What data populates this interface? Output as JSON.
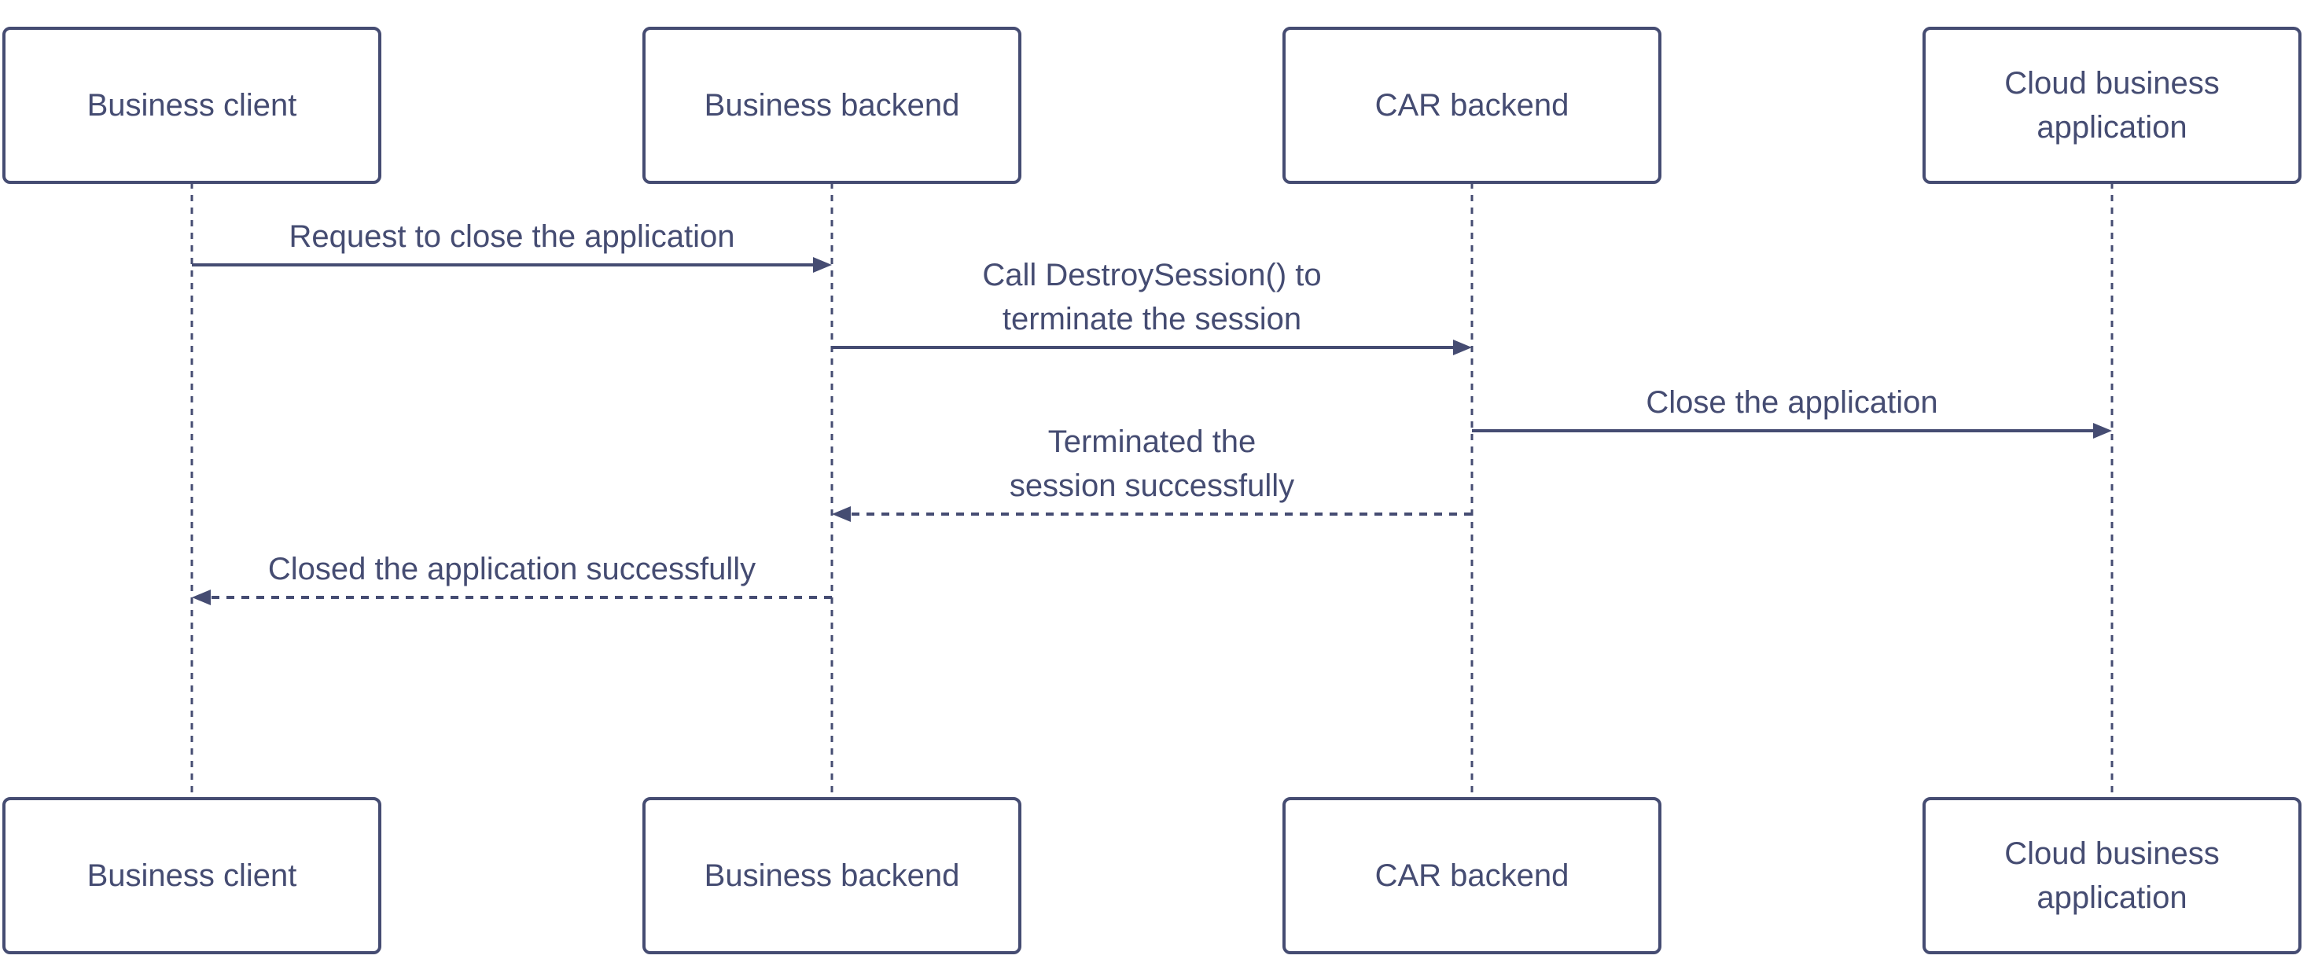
{
  "diagram": {
    "type": "sequence",
    "colors": {
      "ink": "#454c72",
      "background": "#ffffff"
    },
    "participants": [
      {
        "id": "client",
        "label_lines": [
          "Business client"
        ]
      },
      {
        "id": "backend",
        "label_lines": [
          "Business backend"
        ]
      },
      {
        "id": "car",
        "label_lines": [
          "CAR backend"
        ]
      },
      {
        "id": "cloud",
        "label_lines": [
          "Cloud business",
          "application"
        ]
      }
    ],
    "messages": [
      {
        "from": "client",
        "to": "backend",
        "style": "solid",
        "label_lines": [
          "Request to close the application"
        ]
      },
      {
        "from": "backend",
        "to": "car",
        "style": "solid",
        "label_lines": [
          "Call DestroySession() to",
          "terminate the session"
        ]
      },
      {
        "from": "car",
        "to": "cloud",
        "style": "solid",
        "label_lines": [
          "Close the application"
        ]
      },
      {
        "from": "car",
        "to": "backend",
        "style": "dashed",
        "label_lines": [
          "Terminated the",
          "session successfully"
        ]
      },
      {
        "from": "backend",
        "to": "client",
        "style": "dashed",
        "label_lines": [
          "Closed the application successfully"
        ]
      }
    ]
  }
}
